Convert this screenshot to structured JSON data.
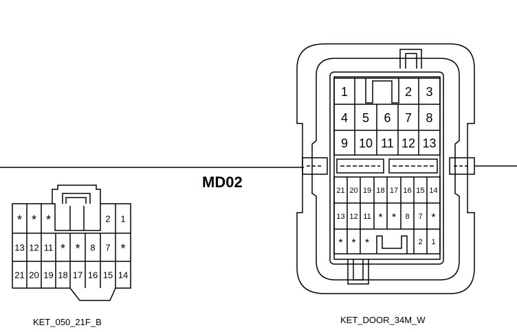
{
  "title": "MD02",
  "left_connector": {
    "label": "KET_050_21F_B",
    "rows": [
      [
        "*",
        "*",
        "*",
        "",
        "",
        "",
        "2",
        "1"
      ],
      [
        "13",
        "12",
        "11",
        "*",
        "*",
        "8",
        "7",
        "*"
      ],
      [
        "21",
        "20",
        "19",
        "18",
        "17",
        "16",
        "15",
        "14"
      ]
    ]
  },
  "right_connector": {
    "label": "KET_DOOR_34M_W",
    "upper_rows": [
      [
        "1",
        "",
        "",
        "2",
        "3"
      ],
      [
        "4",
        "5",
        "6",
        "7",
        "8"
      ],
      [
        "9",
        "10",
        "11",
        "12",
        "13"
      ]
    ],
    "lower_rows": [
      [
        "21",
        "20",
        "19",
        "18",
        "17",
        "16",
        "15",
        "14"
      ],
      [
        "13",
        "12",
        "11",
        "*",
        "*",
        "8",
        "7",
        "*"
      ],
      [
        "*",
        "*",
        "*",
        "",
        "",
        "",
        "2",
        "1"
      ]
    ]
  }
}
